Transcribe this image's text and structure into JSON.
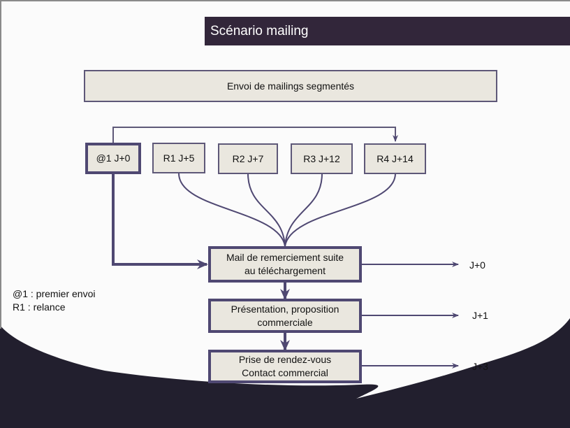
{
  "title": "Scénario mailing",
  "header_box": "Envoi de mailings segmentés",
  "mailings": [
    {
      "label": "@1 J+0"
    },
    {
      "label": "R1 J+5"
    },
    {
      "label": "R2 J+7"
    },
    {
      "label": "R3 J+12"
    },
    {
      "label": "R4 J+14"
    }
  ],
  "steps": [
    {
      "line1": "Mail de remerciement suite",
      "line2": "au téléchargement",
      "timing": "J+0"
    },
    {
      "line1": "Présentation, proposition",
      "line2": "commerciale",
      "timing": "J+1"
    },
    {
      "line1": "Prise de rendez-vous",
      "line2": "Contact commercial",
      "timing": "J+3"
    }
  ],
  "legend": {
    "line1": "@1 : premier envoi",
    "line2": "R1 : relance"
  },
  "colors": {
    "title_bg": "#32263a",
    "dark_bg": "#221f2e",
    "box_fill": "#eae7df",
    "box_border": "#5e5878",
    "connector": "#4f4872"
  }
}
